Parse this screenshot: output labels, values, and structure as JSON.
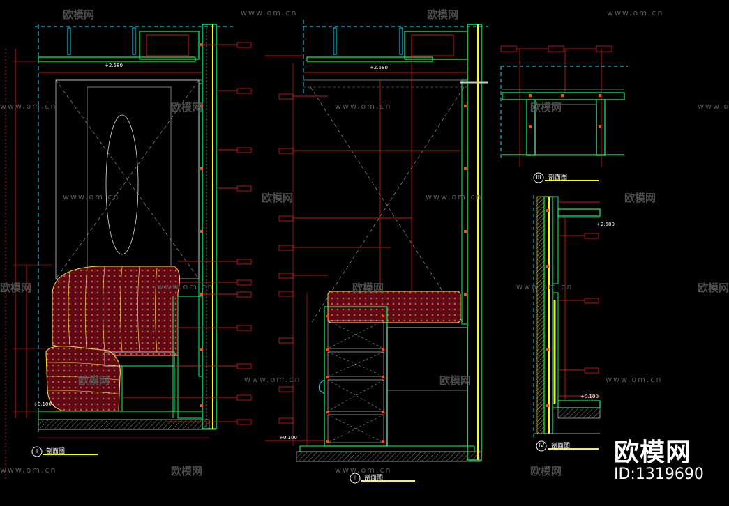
{
  "watermarks": {
    "brand_cn": "欧模网",
    "url": "www.om.cn"
  },
  "brand": {
    "name": "欧模网",
    "id": "ID:1319690"
  },
  "sections": [
    {
      "num": "I",
      "title": "剖面图"
    },
    {
      "num": "II",
      "title": "剖面图"
    },
    {
      "num": "III",
      "title": "剖面图"
    },
    {
      "num": "IV",
      "title": "剖面图"
    }
  ],
  "levels": {
    "ceiling": "+2.580",
    "floor": "+0.100",
    "floor_alt": "+0.100"
  },
  "colors": {
    "cyan": "#00e5ff",
    "green": "#00ff66",
    "yellow": "#ffff00",
    "red": "#ff1a1a",
    "white": "#e0e0e0",
    "magenta": "#ff3cff",
    "grey": "#8a8a8a"
  }
}
